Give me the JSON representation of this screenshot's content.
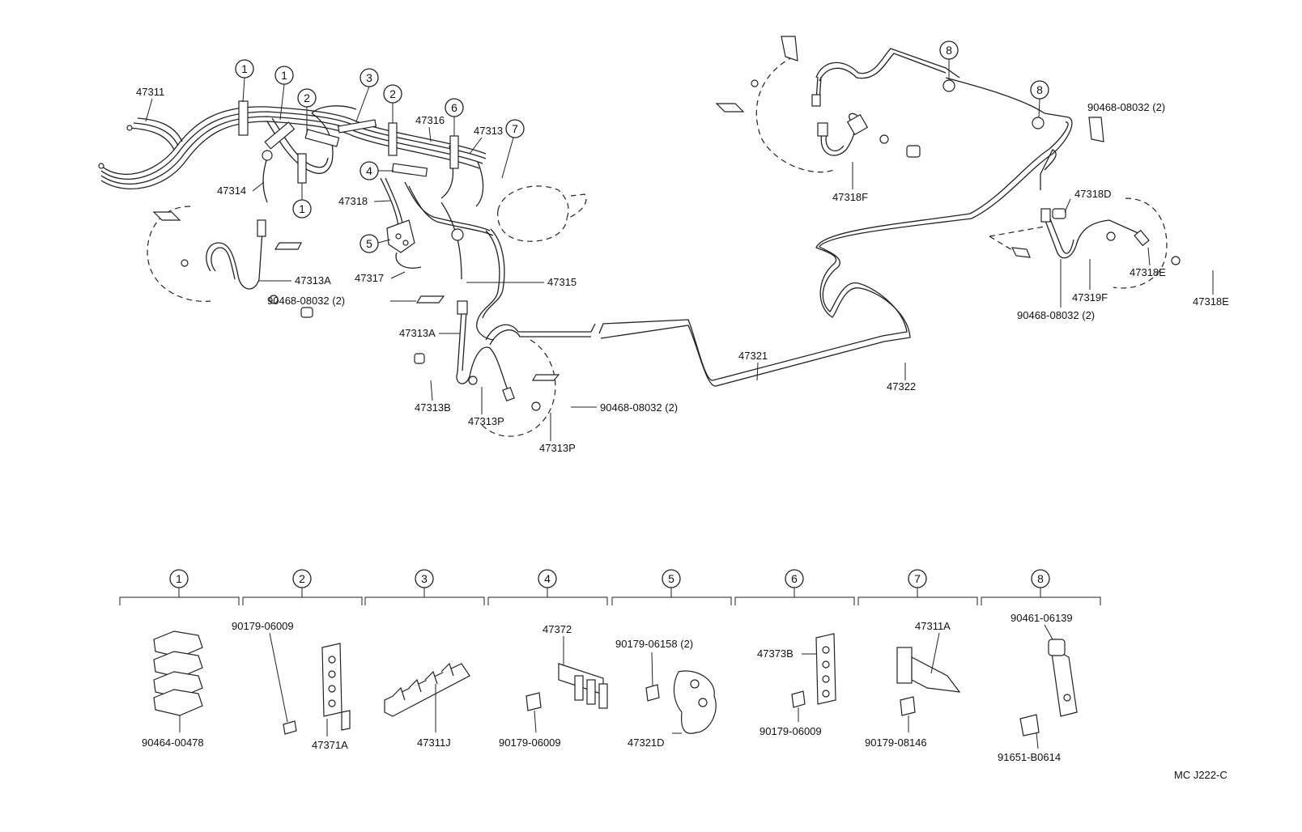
{
  "callouts": {
    "c1": "1",
    "c2": "2",
    "c3": "3",
    "c4": "4",
    "c5": "5",
    "c6": "6",
    "c7": "7",
    "c8": "8"
  },
  "labels": {
    "p47311": "47311",
    "p47314": "47314",
    "p47316": "47316",
    "p47313": "47313",
    "p47318": "47318",
    "p47317": "47317",
    "p47313A_left": "47313A",
    "p47315": "47315",
    "clip_left": "90468-08032 (2)",
    "p47313A_mid": "47313A",
    "p47313B": "47313B",
    "p47313P_a": "47313P",
    "p47313P_b": "47313P",
    "clip_mid": "90468-08032 (2)",
    "p47321": "47321",
    "p47322": "47322",
    "p47318F": "47318F",
    "clip_right_top": "90468-08032 (2)",
    "p47318D": "47318D",
    "p47318E_a": "47318E",
    "p47318E_b": "47318E",
    "p47319F": "47319F",
    "clip_right_bottom": "90468-08032 (2)"
  },
  "legend": [
    {
      "num": "1",
      "parts": [
        "90464-00478"
      ]
    },
    {
      "num": "2",
      "parts": [
        "90179-06009",
        "47371A"
      ]
    },
    {
      "num": "3",
      "parts": [
        "47311J"
      ]
    },
    {
      "num": "4",
      "parts": [
        "47372",
        "90179-06009"
      ]
    },
    {
      "num": "5",
      "parts": [
        "90179-06158 (2)",
        "47321D"
      ]
    },
    {
      "num": "6",
      "parts": [
        "47373B",
        "90179-06009"
      ]
    },
    {
      "num": "7",
      "parts": [
        "47311A",
        "90179-08146"
      ]
    },
    {
      "num": "8",
      "parts": [
        "90461-06139",
        "91651-B0614"
      ]
    }
  ],
  "diagram_code": "MC J222-C"
}
